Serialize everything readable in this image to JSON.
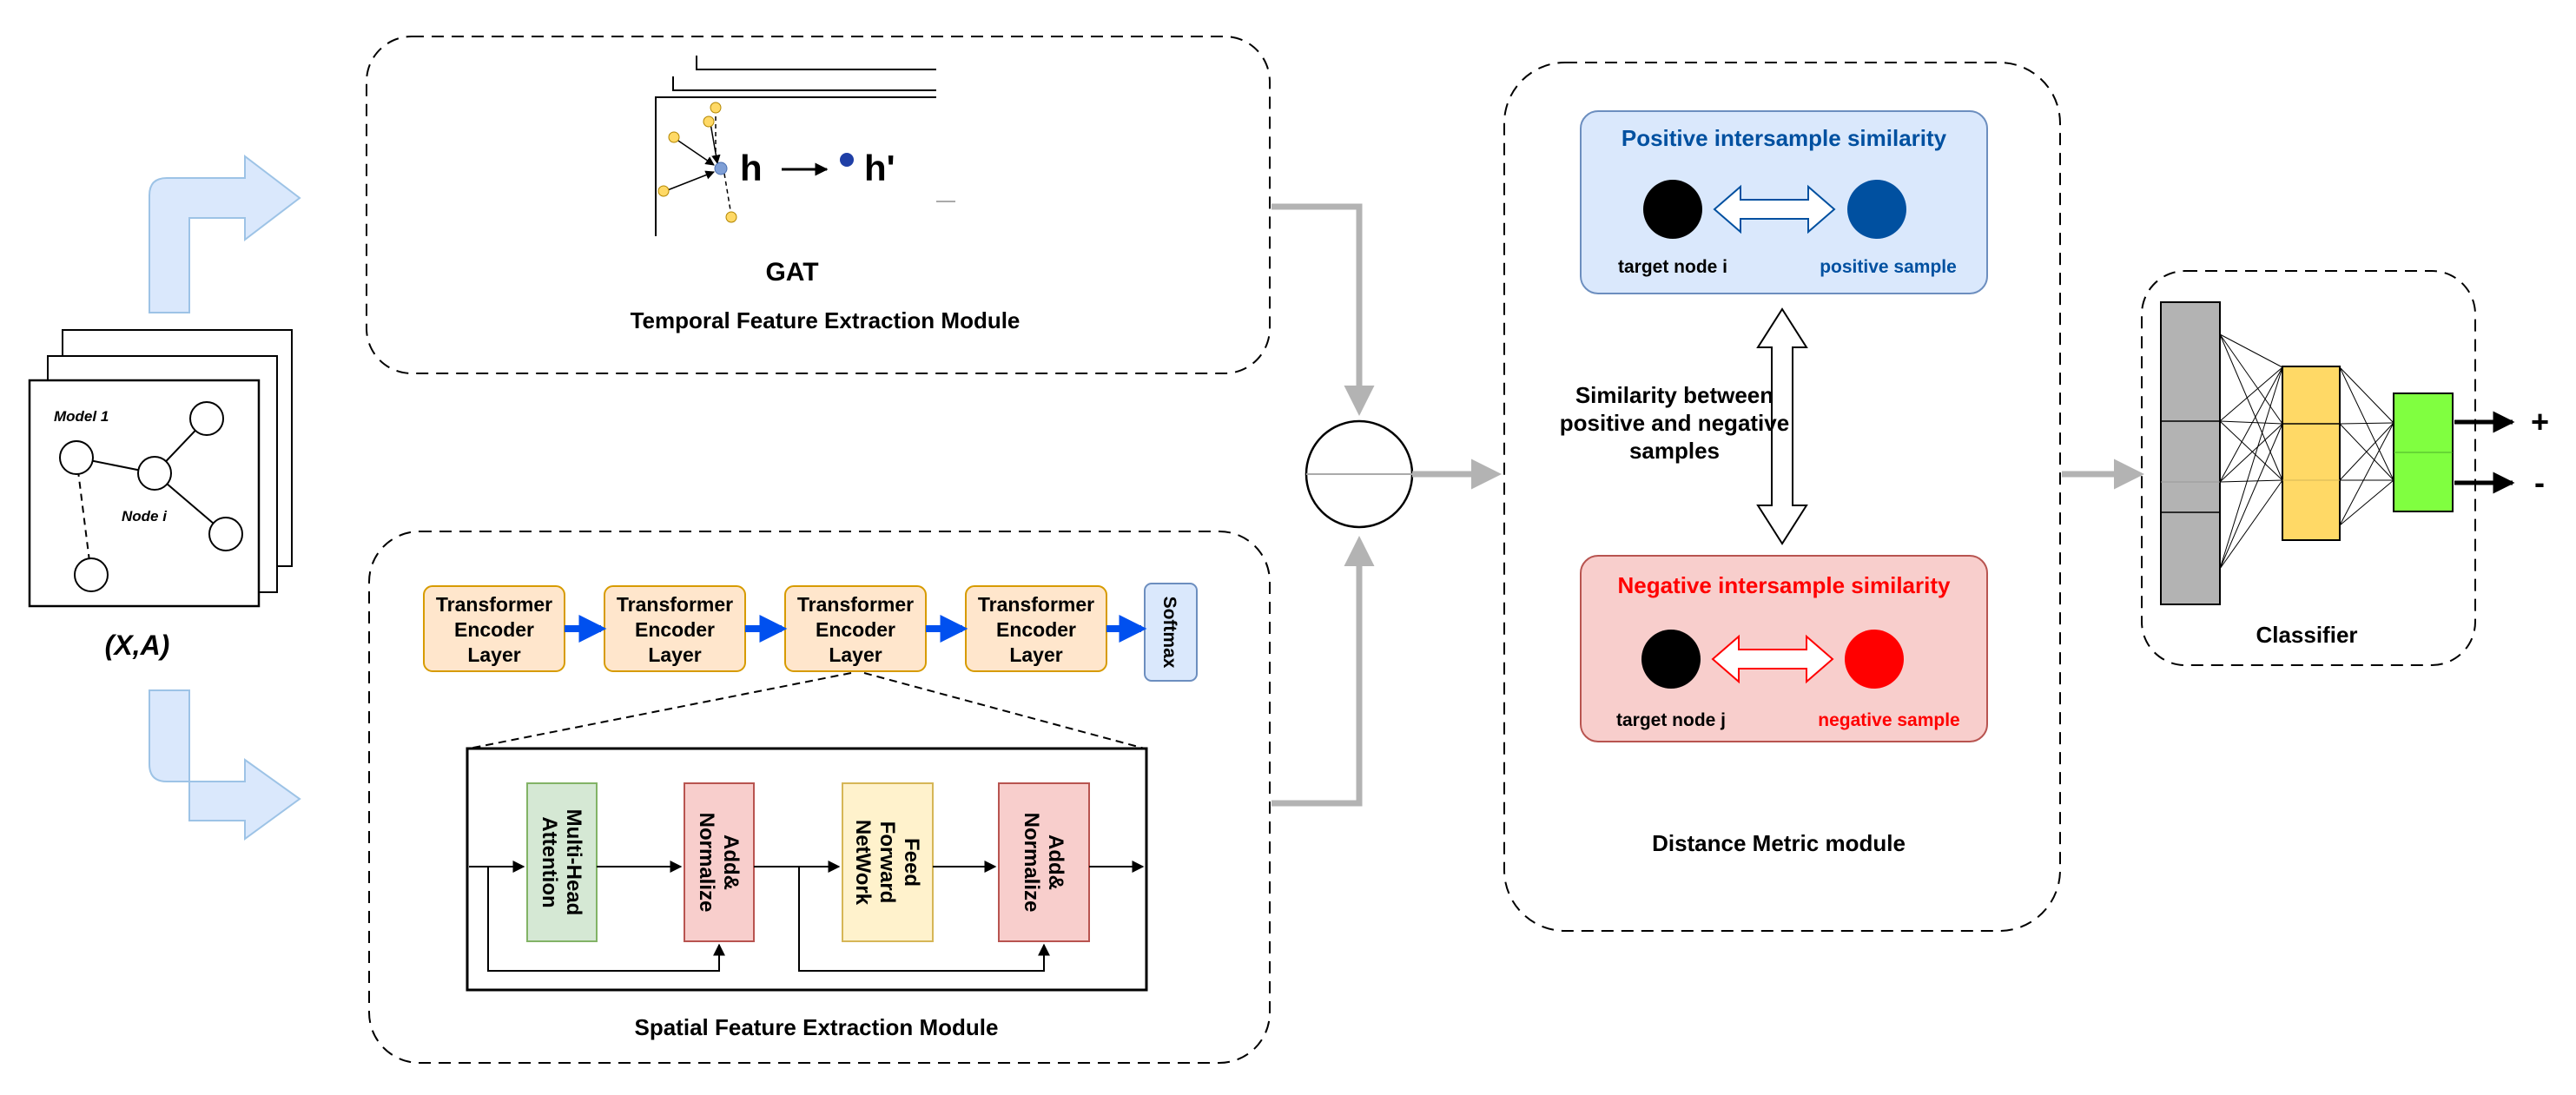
{
  "input": {
    "node_top_label": "Model 1",
    "node_mid_label": "Node i",
    "caption": "(X,A)"
  },
  "gat_module": {
    "h_label": "h",
    "h_prime_label": "h'",
    "method_label": "GAT",
    "module_title": "Temporal Feature Extraction Module"
  },
  "spatial_module": {
    "encoder_layers": [
      {
        "line1": "Transformer",
        "line2": "Encoder",
        "line3": "Layer"
      },
      {
        "line1": "Transformer",
        "line2": "Encoder",
        "line3": "Layer"
      },
      {
        "line1": "Transformer",
        "line2": "Encoder",
        "line3": "Layer"
      },
      {
        "line1": "Transformer",
        "line2": "Encoder",
        "line3": "Layer"
      }
    ],
    "softmax_label": "Softmax",
    "blocks": [
      {
        "line1": "Multi-Head",
        "line2": "Attention",
        "line3": ""
      },
      {
        "line1": "Add&",
        "line2": "Normalize",
        "line3": ""
      },
      {
        "line1": "Feed",
        "line2": "Forward",
        "line3": "NetWork"
      },
      {
        "line1": "Add&",
        "line2": "Normalize",
        "line3": ""
      }
    ],
    "module_title": "Spatial Feature Extraction Module"
  },
  "distance_module": {
    "positive": {
      "title": "Positive intersample similarity",
      "target_label": "target node i",
      "sample_label": "positive sample"
    },
    "between_line1": "Similarity between",
    "between_line2": "positive and negative",
    "between_line3": "samples",
    "negative": {
      "title": "Negative intersample similarity",
      "target_label": "target node j",
      "sample_label": "negative sample"
    },
    "module_title": "Distance Metric module"
  },
  "classifier": {
    "title": "Classifier",
    "output_plus": "+",
    "output_minus": "-"
  },
  "colors": {
    "positive_bg": "#dae8fc",
    "positive_text": "#0050a0",
    "negative_bg": "#f8cecc",
    "negative_text": "#ff0000",
    "encoder_fill": "#ffe6cc",
    "encoder_border": "#d79b00",
    "softmax_fill": "#dae8fc",
    "arrow_blue": "#0050ef",
    "gray_arrow": "#b3b3b3",
    "attention_fill": "#d5e8d4",
    "norm_fill": "#f8cecc",
    "ffn_fill": "#fff2cc",
    "classifier_gray": "#b3b3b3",
    "classifier_yellow": "#ffd966",
    "classifier_green": "#80ff40"
  }
}
